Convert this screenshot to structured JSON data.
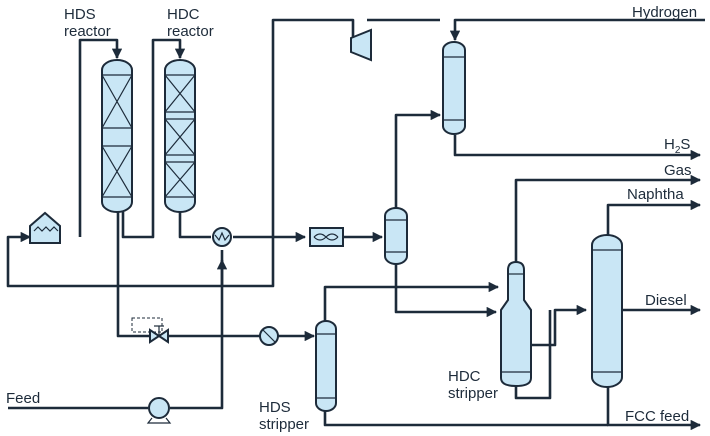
{
  "labels": {
    "hds_reactor": [
      "HDS",
      "reactor"
    ],
    "hdc_reactor": [
      "HDC",
      "reactor"
    ],
    "hydrogen": "Hydrogen",
    "h2s_main": "H",
    "h2s_sub": "2",
    "h2s_end": "S",
    "gas": "Gas",
    "naphtha": "Naphtha",
    "diesel": "Diesel",
    "fcc_feed": "FCC feed",
    "feed": "Feed",
    "hds_stripper": [
      "HDS",
      "stripper"
    ],
    "hdc_stripper": [
      "HDC",
      "stripper"
    ]
  },
  "colors": {
    "vessel_fill": "#c9e6f5",
    "line": "#1d2b3a",
    "background": "#ffffff"
  },
  "icons": [
    "furnace-icon",
    "heat-exchanger-icon",
    "air-cooler-icon",
    "cooler-icon",
    "control-valve-icon",
    "pump-icon",
    "compressor-icon"
  ]
}
